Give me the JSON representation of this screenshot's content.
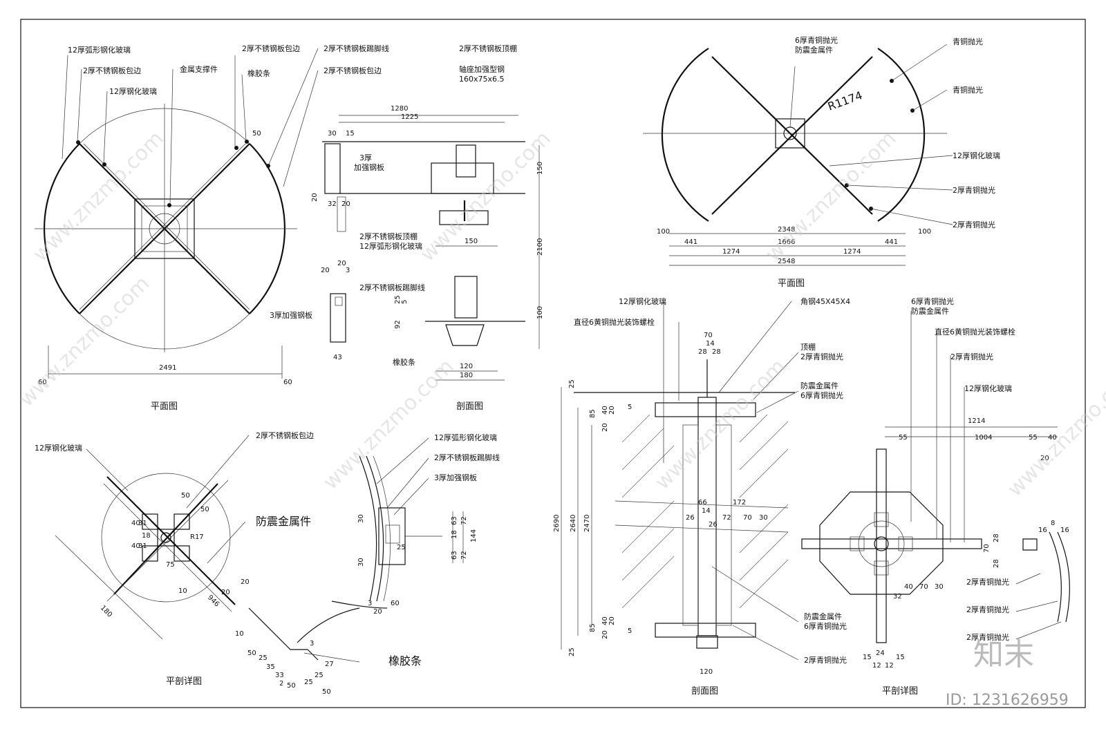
{
  "panel1": {
    "title": "平面图",
    "labels": [
      "12厚弧形钢化玻璃",
      "2厚不锈钢板包边",
      "12厚钢化玻璃",
      "金属支撑件",
      "2厚不锈钢板包边",
      "橡胶条",
      "2厚不锈钢板踢脚线",
      "2厚不锈钢板包边"
    ],
    "dims": {
      "width": "2491",
      "left": "60",
      "right": "60",
      "d50": "50"
    }
  },
  "panel2": {
    "title": "剖面图",
    "labels": [
      "2厚不锈钢板顶棚",
      "轴座加强型钢",
      "160x75x6.5",
      "3厚",
      "加强钢板",
      "2厚不锈钢板顶棚",
      "12厚弧形钢化玻璃",
      "2厚不锈钢板踢脚线",
      "3厚加强钢板",
      "橡胶条"
    ],
    "dims": [
      "1280",
      "1225",
      "30",
      "15",
      "150",
      "2100",
      "100",
      "20",
      "32",
      "20",
      "150",
      "20",
      "20",
      "3",
      "25",
      "5",
      "92",
      "43",
      "120",
      "180"
    ]
  },
  "panel3": {
    "title": "平面图",
    "labels": [
      "6厚青铜抛光",
      "防震金属件",
      "青铜抛光",
      "青铜抛光",
      "12厚钢化玻璃",
      "2厚青铜抛光",
      "2厚青铜抛光"
    ],
    "radius": "R1174",
    "dims": [
      "100",
      "2348",
      "100",
      "441",
      "1666",
      "441",
      "1274",
      "1274",
      "2548"
    ]
  },
  "panel4": {
    "title": "平剖详图",
    "labels": [
      "12厚钢化玻璃",
      "2厚不锈钢板包边",
      "防震金属件",
      "R17"
    ],
    "dims": [
      "50",
      "50",
      "40",
      "31",
      "18",
      "40",
      "31",
      "75",
      "180",
      "946",
      "20",
      "20",
      "10",
      "10",
      "50",
      "25",
      "35",
      "33",
      "50",
      "2",
      "25",
      "25",
      "50",
      "27",
      "3"
    ]
  },
  "panel5": {
    "labels": [
      "12厚弧形钢化玻璃",
      "2厚不锈钢板踢脚线",
      "3厚加强钢板",
      "橡胶条"
    ],
    "dims": [
      "30",
      "30",
      "25",
      "63",
      "72",
      "18",
      "144",
      "72",
      "63",
      "3",
      "20",
      "60"
    ]
  },
  "panel6": {
    "title": "剖面图",
    "labels": [
      "12厚钢化玻璃",
      "直径6黄铜抛光装饰螺栓",
      "角钢45X45X4",
      "顶棚",
      "2厚青铜抛光",
      "防震金属件",
      "6厚青铜抛光",
      "防震金属件",
      "6厚青铜抛光",
      "2厚青铜抛光"
    ],
    "dims": [
      "70",
      "14",
      "28",
      "28",
      "25",
      "85",
      "40",
      "20",
      "20",
      "2690",
      "2640",
      "2470",
      "66",
      "172",
      "14",
      "26",
      "26",
      "72",
      "70",
      "30",
      "85",
      "20",
      "40",
      "20",
      "25",
      "120",
      "5",
      "5"
    ]
  },
  "panel7": {
    "title": "平剖详图",
    "labels": [
      "6厚青铜抛光",
      "防震金属件",
      "直径6黄铜抛光装饰螺栓",
      "2厚青铜抛光",
      "12厚钢化玻璃",
      "2厚青铜抛光",
      "2厚青铜抛光",
      "2厚青铜抛光"
    ],
    "dims": [
      "1214",
      "55",
      "1004",
      "55",
      "40",
      "20",
      "28",
      "70",
      "28",
      "16",
      "8",
      "16",
      "40",
      "70",
      "30",
      "32",
      "24",
      "15",
      "15",
      "12",
      "12"
    ]
  },
  "watermark": {
    "site": "www.znzmo.com",
    "brand": "知末",
    "id": "ID: 1231626959"
  }
}
